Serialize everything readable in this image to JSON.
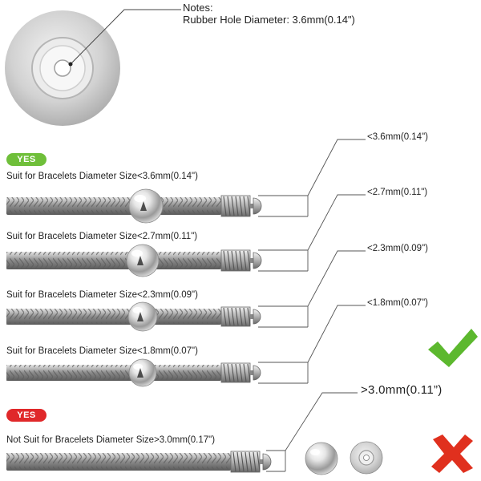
{
  "notes": {
    "title": "Notes:",
    "text": "Rubber Hole Diameter: 3.6mm(0.14\")"
  },
  "badges": {
    "yes_good": "YES",
    "yes_bad": "YES"
  },
  "rows": [
    {
      "caption": "Suit for Bracelets Diameter Size<3.6mm(0.14\")",
      "dimension": "<3.6mm(0.14\")"
    },
    {
      "caption": "Suit for Bracelets Diameter Size<2.7mm(0.11\")",
      "dimension": "<2.7mm(0.11\")"
    },
    {
      "caption": "Suit for Bracelets Diameter Size<2.3mm(0.09\")",
      "dimension": "<2.3mm(0.09\")"
    },
    {
      "caption": "Suit for Bracelets Diameter Size<1.8mm(0.07\")",
      "dimension": "<1.8mm(0.07\")"
    }
  ],
  "not_suit": {
    "caption": "Not Suit for Bracelets Diameter Size>3.0mm(0.17\")",
    "dimension": ">3.0mm(0.11”)"
  },
  "icons": {
    "check": "checkmark-icon",
    "cross": "cross-icon"
  },
  "colors": {
    "yes_green": "#6fbf3a",
    "yes_red": "#e0282a",
    "check_green": "#5cb82e",
    "cross_red": "#e0301e"
  }
}
